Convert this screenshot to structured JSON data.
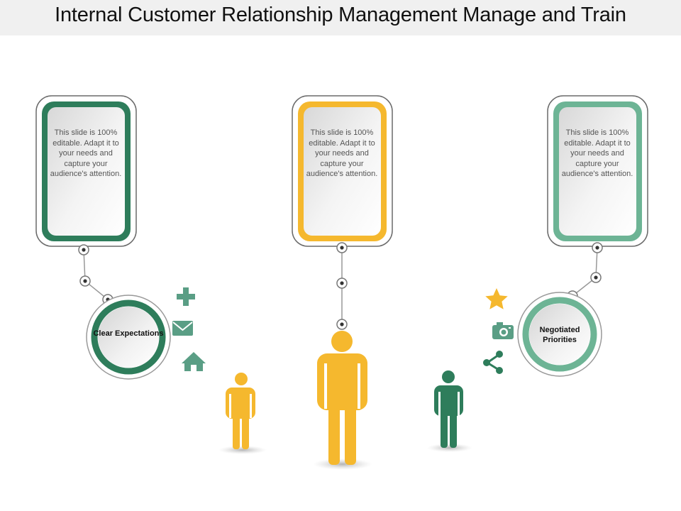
{
  "title": "Internal Customer Relationship Management Manage and Train",
  "cards": [
    {
      "text": "This slide is 100% editable. Adapt it to your needs and capture your audience's attention.",
      "color": "#2e7d5b"
    },
    {
      "text": "This slide is 100% editable. Adapt it to your needs and capture your audience's attention.",
      "color": "#f5b82e"
    },
    {
      "text": "This slide is 100% editable. Adapt it to your needs and capture your audience's attention.",
      "color": "#6db495"
    }
  ],
  "circles": [
    {
      "label": "Clear Expectations",
      "color": "#2e7d5b"
    },
    {
      "label": "Negotiated Priorities",
      "color": "#6db495"
    }
  ],
  "icons": {
    "left": [
      "plus-icon",
      "envelope-icon",
      "home-icon"
    ],
    "right": [
      "star-icon",
      "camera-icon",
      "share-icon"
    ]
  },
  "colors": {
    "dark_green": "#2e7d5b",
    "light_green": "#6db495",
    "yellow": "#f5b82e",
    "icon_green": "#5a9e85",
    "star_yellow": "#f5b82e"
  }
}
